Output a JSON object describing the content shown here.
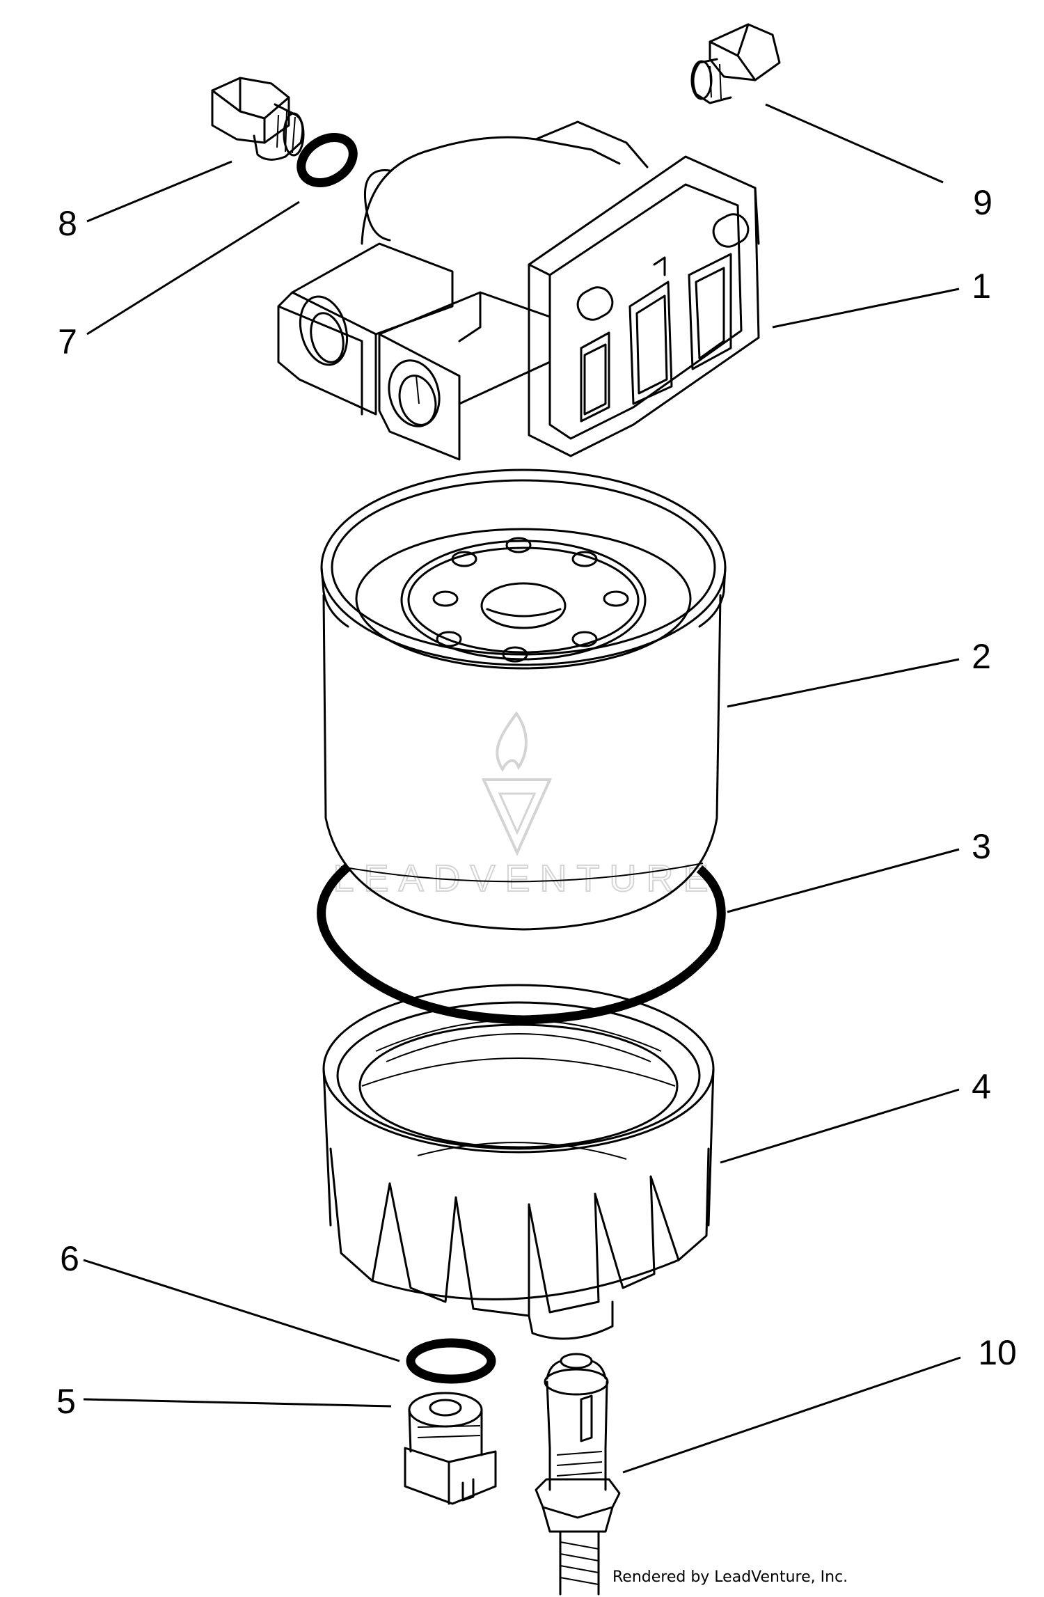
{
  "callouts": [
    {
      "id": "1",
      "label": "1"
    },
    {
      "id": "2",
      "label": "2"
    },
    {
      "id": "3",
      "label": "3"
    },
    {
      "id": "4",
      "label": "4"
    },
    {
      "id": "5",
      "label": "5"
    },
    {
      "id": "6",
      "label": "6"
    },
    {
      "id": "7",
      "label": "7"
    },
    {
      "id": "8",
      "label": "8"
    },
    {
      "id": "9",
      "label": "9"
    },
    {
      "id": "10",
      "label": "10"
    }
  ],
  "watermark": {
    "text": "LEADVENTURE"
  },
  "credit": {
    "text": "Rendered by LeadVenture, Inc."
  },
  "colors": {
    "ink": "#000000",
    "watermark": "#d4d4d4",
    "background": "#ffffff"
  }
}
